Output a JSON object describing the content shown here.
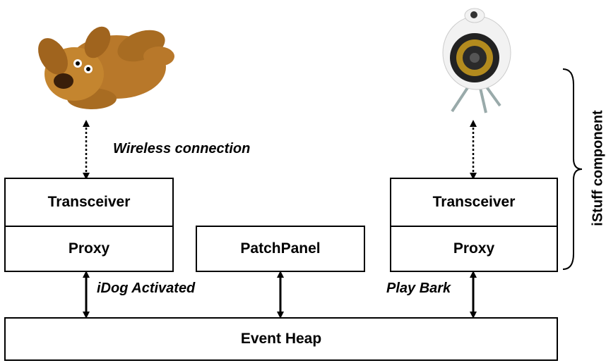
{
  "boxes": {
    "left_transceiver": "Transceiver",
    "left_proxy": "Proxy",
    "patch_panel": "PatchPanel",
    "right_transceiver": "Transceiver",
    "right_proxy": "Proxy",
    "event_heap": "Event Heap"
  },
  "labels": {
    "wireless": "Wireless connection",
    "idog_activated": "iDog Activated",
    "play_bark": "Play Bark",
    "istuff_component": "iStuff component"
  },
  "images": {
    "left": "teddy-dog",
    "right": "speaker"
  }
}
